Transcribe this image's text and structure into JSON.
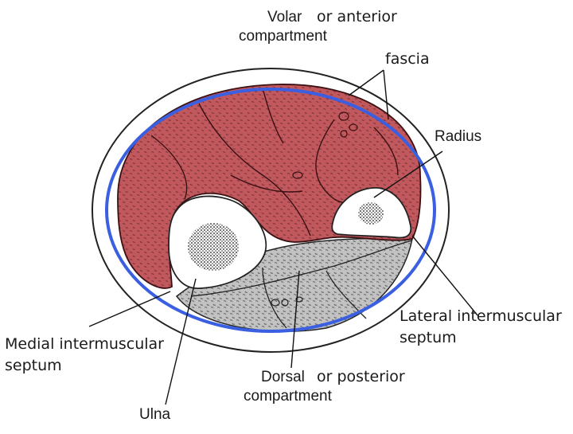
{
  "labels": {
    "volar": "Volar",
    "or_anterior": "or anterior",
    "volar_compartment": "compartment",
    "fascia": "fascia",
    "radius": "Radius",
    "lateral_line1": "Lateral intermuscular",
    "lateral_line2": "septum",
    "medial_line1": "Medial intermuscular",
    "medial_line2": "septum",
    "dorsal": "Dorsal",
    "or_posterior": "or posterior",
    "dorsal_compartment": "compartment",
    "ulna": "Ulna"
  },
  "colors": {
    "volar_muscle": "#c0585d",
    "dorsal_muscle": "#c2c2c2",
    "fascia_line": "#3a5fe0",
    "skin_fill": "#ffffff",
    "ink": "#1a1a1a"
  }
}
